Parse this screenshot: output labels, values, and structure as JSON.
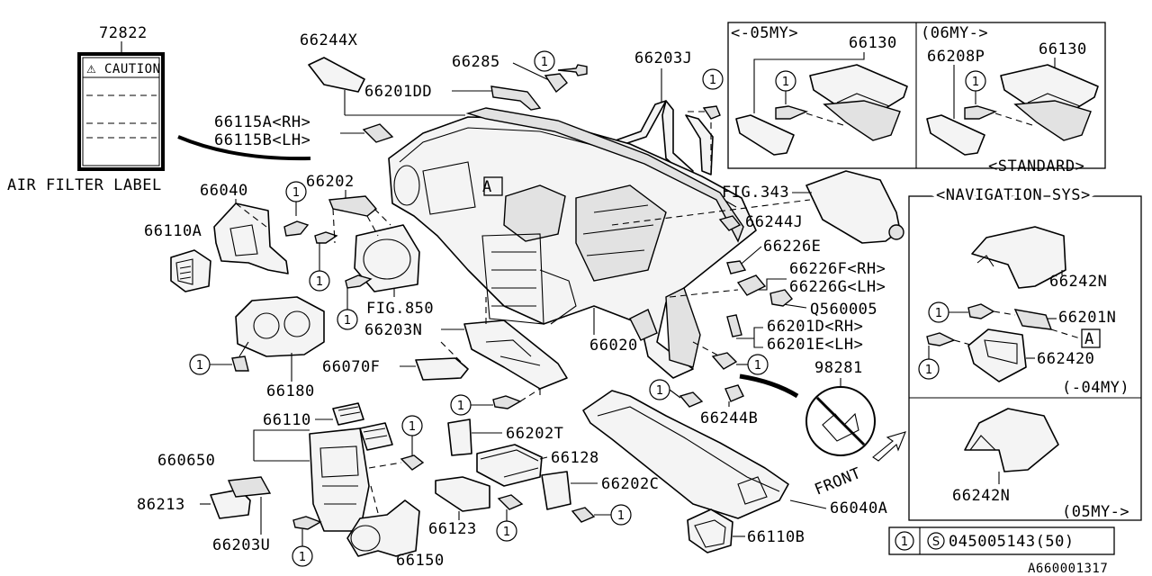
{
  "callout": "1",
  "boxed_ref": "A",
  "labels": {
    "p72822": "72822",
    "caution": "CAUTION",
    "air_filter_label": "AIR FILTER LABEL",
    "p66244X": "66244X",
    "p66285": "66285",
    "p66201DD": "66201DD",
    "p66203J": "66203J",
    "p66115A": "66115A<RH>",
    "p66115B": "66115B<LH>",
    "p66202": "66202",
    "p66040": "66040",
    "p66110A": "66110A",
    "fig343": "FIG.343",
    "p66244J": "66244J",
    "p66226E": "66226E",
    "p66226F": "66226F<RH>",
    "p66226G": "66226G<LH>",
    "q560005": "Q560005",
    "p66201D": "66201D<RH>",
    "p66201E": "66201E<LH>",
    "fig850": "FIG.850",
    "p66203N": "66203N",
    "p66020": "66020",
    "p66070F": "66070F",
    "p66180": "66180",
    "p98281": "98281",
    "p66244B": "66244B",
    "p66110": "66110",
    "p66202T": "66202T",
    "p660650": "660650",
    "p66128": "66128",
    "p66202C": "66202C",
    "p86213": "86213",
    "p66123": "66123",
    "p66203U": "66203U",
    "p66150": "66150",
    "front": "FRONT",
    "p66040A": "66040A",
    "p66110B": "66110B"
  },
  "inset_console": {
    "left_title": "<-05MY>",
    "right_title": "(06MY->",
    "left_part": "66130",
    "right_part": "66130",
    "p66208P": "66208P",
    "standard": "<STANDARD>"
  },
  "inset_nav": {
    "title": "<NAVIGATION SYS>",
    "p66242N_a": "66242N",
    "p66201N": "66201N",
    "p662420": "662420",
    "range_a": "(-04MY)",
    "p66242N_b": "66242N",
    "range_b": "(05MY->"
  },
  "fastener": {
    "number": "1",
    "part_number": "045005143(50)"
  },
  "diagram_id": "A660001317"
}
